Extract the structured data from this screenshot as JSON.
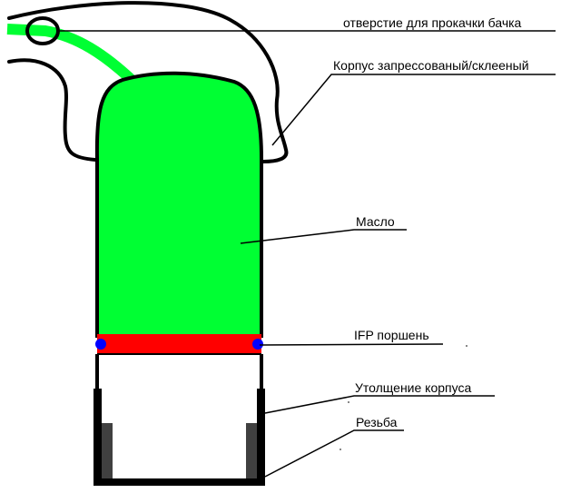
{
  "labels": {
    "tank_hole": "отверстие для прокачки бачка",
    "housing": "Корпус запрессованый/склееный",
    "oil": "Масло",
    "ifp_piston": "IFP поршень",
    "housing_thickening": "Утолщение корпуса",
    "thread": "Резьба"
  },
  "colors": {
    "oil": "#00ff33",
    "hose": "#00ff33",
    "piston": "#ff0000",
    "seal": "#0000ff",
    "thread": "#404040",
    "outline": "#000000"
  }
}
